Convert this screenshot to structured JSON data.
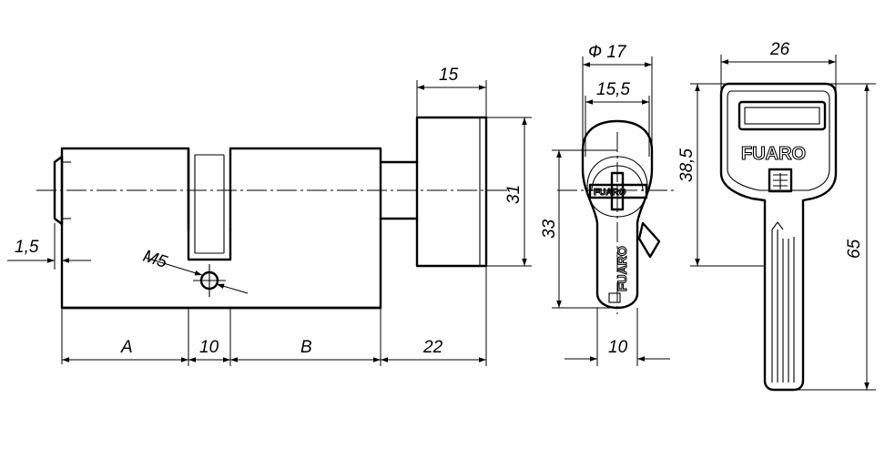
{
  "dimensions": {
    "offset": "1,5",
    "screw": "M5",
    "length_a": "A",
    "cam_width": "10",
    "length_b": "B",
    "knob_shaft": "22",
    "knob_width": "15",
    "knob_diameter": "31",
    "housing_diameter": "Ф 17",
    "plug_diameter": "15,5",
    "profile_height": "33",
    "profile_width": "10",
    "key_width": "26",
    "key_head_height": "38,5",
    "key_length": "65"
  },
  "brand": {
    "key_logo": "FUARO",
    "face_logo": "FUARO"
  }
}
